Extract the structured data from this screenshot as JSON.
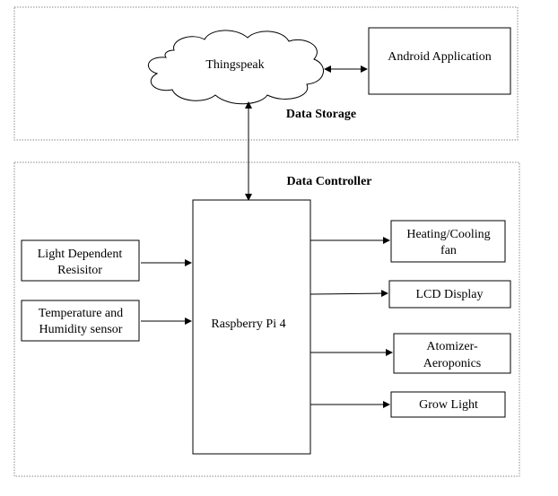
{
  "sections": {
    "storage": "Data Storage",
    "controller": "Data Controller"
  },
  "nodes": {
    "cloud": "Thingspeak",
    "android": "Android Application",
    "pi": "Raspberry Pi 4",
    "ldr_line1": "Light Dependent",
    "ldr_line2": "Resisitor",
    "temp_line1": "Temperature and",
    "temp_line2": "Humidity sensor",
    "fan_line1": "Heating/Cooling",
    "fan_line2": "fan",
    "lcd": "LCD Display",
    "atom_line1": "Atomizer-",
    "atom_line2": "Aeroponics",
    "grow": "Grow Light"
  }
}
